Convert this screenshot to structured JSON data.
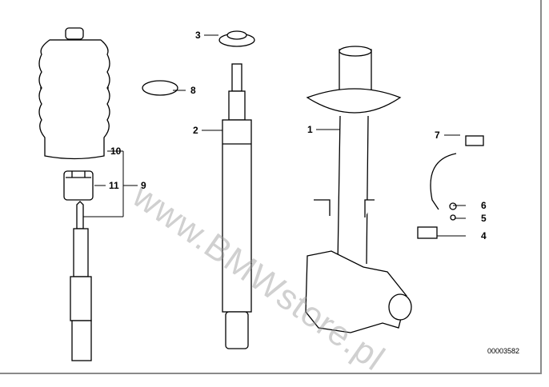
{
  "diagram": {
    "callouts": [
      "1",
      "2",
      "3",
      "4",
      "5",
      "6",
      "7",
      "8",
      "9",
      "10",
      "11"
    ],
    "part_number": "00003582",
    "watermark": "www.BMWstore.pl"
  }
}
